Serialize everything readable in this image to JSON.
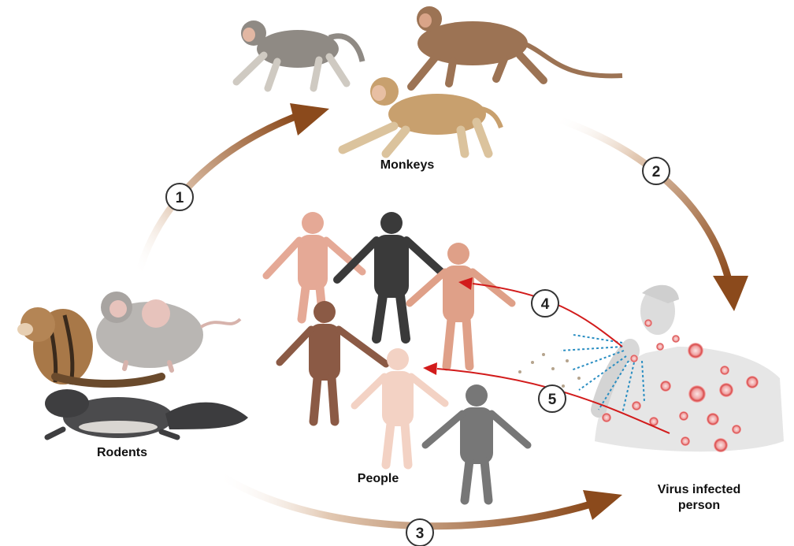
{
  "labels": {
    "monkeys": "Monkeys",
    "rodents": "Rodents",
    "people": "People",
    "infected_line1": "Virus infected",
    "infected_line2": "person"
  },
  "steps": [
    "1",
    "2",
    "3",
    "4",
    "5"
  ],
  "colors": {
    "arrow": "#8b4a1c",
    "arrow_fade": "#e9d6c6",
    "red_arrow": "#d21b1b",
    "spray": "#2a8ec2",
    "lesion": "#e05a5a"
  }
}
